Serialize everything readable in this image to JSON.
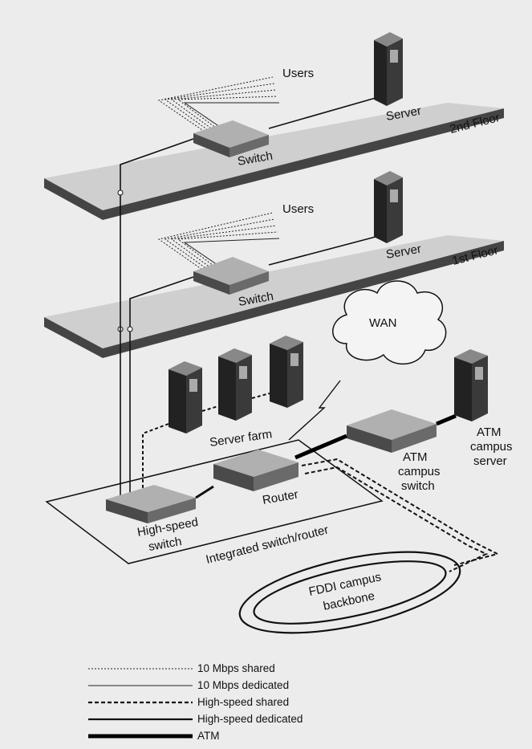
{
  "floors": {
    "second": "2nd Floor",
    "first": "1st Floor"
  },
  "users_2nd": "Users",
  "users_1st": "Users",
  "server_2nd": "Server",
  "server_1st": "Server",
  "switch_2nd": "Switch",
  "switch_1st": "Switch",
  "wan": "WAN",
  "server_farm": "Server farm",
  "atm_switch": [
    "ATM",
    "campus",
    "switch"
  ],
  "atm_server": [
    "ATM",
    "campus",
    "server"
  ],
  "router": "Router",
  "hs_switch": [
    "High-speed",
    "switch"
  ],
  "integrated": "Integrated switch/router",
  "fddi": [
    "FDDI campus",
    "backbone"
  ],
  "legend": [
    {
      "style": "dotted",
      "label": "10 Mbps shared"
    },
    {
      "style": "thin",
      "label": "10 Mbps dedicated"
    },
    {
      "style": "dashed",
      "label": "High-speed shared"
    },
    {
      "style": "medium",
      "label": "High-speed dedicated"
    },
    {
      "style": "thick",
      "label": "ATM"
    }
  ],
  "colors": {
    "background": "#ececec",
    "slab": "#444444",
    "device_top": "#b0b0b0",
    "device_side": "#4a4a4a",
    "line": "#111111"
  }
}
